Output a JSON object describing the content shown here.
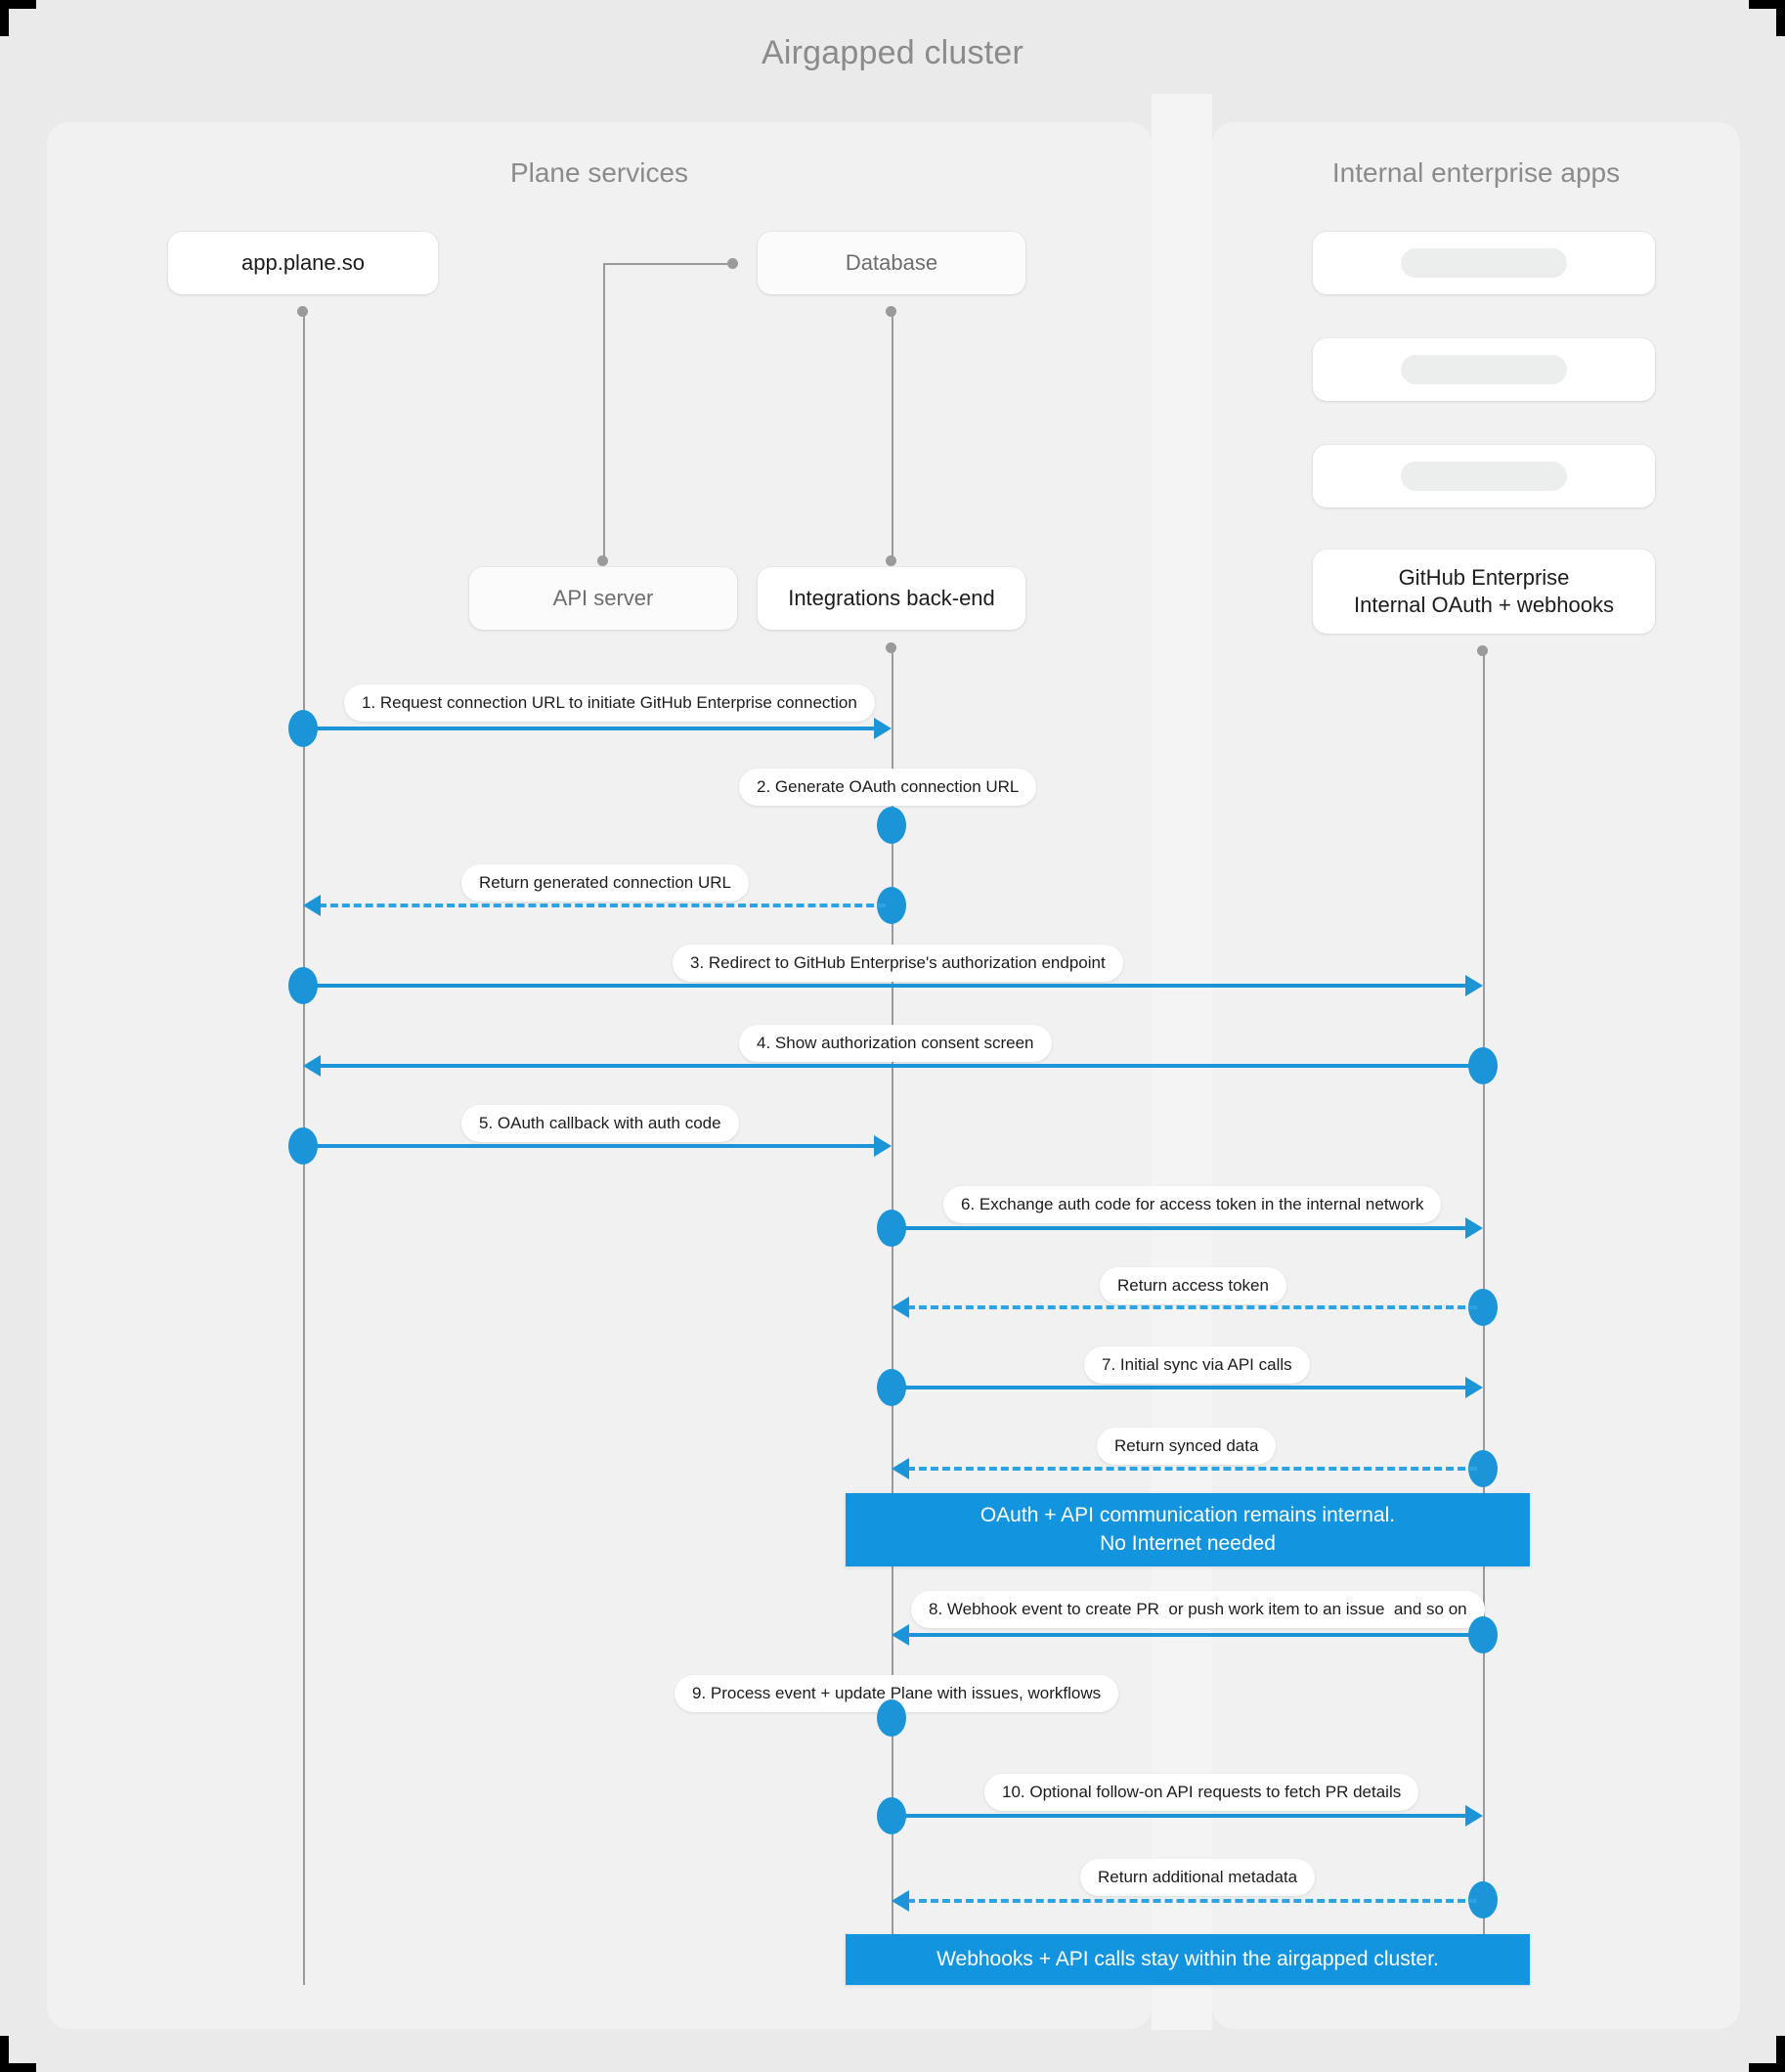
{
  "title": "Airgapped cluster",
  "groups": [
    {
      "name": "plane-services",
      "label": "Plane services"
    },
    {
      "name": "internal-enterprise-apps",
      "label": "Internal enterprise apps"
    }
  ],
  "participants": [
    {
      "id": "app",
      "label": "app.plane.so"
    },
    {
      "id": "db",
      "label": "Database"
    },
    {
      "id": "api",
      "label": "API server"
    },
    {
      "id": "integ",
      "label": "Integrations back-end"
    },
    {
      "id": "ghe",
      "label": "GitHub Enterprise\nInternal OAuth + webhooks"
    }
  ],
  "placeholders": [
    {
      "id": "ph1",
      "label": ""
    },
    {
      "id": "ph2",
      "label": ""
    },
    {
      "id": "ph3",
      "label": ""
    }
  ],
  "messages": [
    {
      "n": "1",
      "label": "1. Request connection URL to initiate GitHub Enterprise connection",
      "from": "app",
      "to": "integ",
      "style": "solid"
    },
    {
      "n": "2",
      "label": "2. Generate OAuth connection URL",
      "from": "integ",
      "to": "integ",
      "style": "self"
    },
    {
      "n": "r1",
      "label": "Return generated connection URL",
      "from": "integ",
      "to": "app",
      "style": "dashed"
    },
    {
      "n": "3",
      "label": "3. Redirect to GitHub Enterprise's authorization endpoint",
      "from": "app",
      "to": "ghe",
      "style": "solid"
    },
    {
      "n": "4",
      "label": "4. Show authorization consent screen",
      "from": "ghe",
      "to": "app",
      "style": "solid"
    },
    {
      "n": "5",
      "label": "5. OAuth callback with auth code",
      "from": "app",
      "to": "integ",
      "style": "solid"
    },
    {
      "n": "6",
      "label": "6. Exchange auth code for access token in the internal network",
      "from": "integ",
      "to": "ghe",
      "style": "solid"
    },
    {
      "n": "r2",
      "label": "Return access token",
      "from": "ghe",
      "to": "integ",
      "style": "dashed"
    },
    {
      "n": "7",
      "label": "7. Initial sync via API calls",
      "from": "integ",
      "to": "ghe",
      "style": "solid"
    },
    {
      "n": "r3",
      "label": "Return synced data",
      "from": "ghe",
      "to": "integ",
      "style": "dashed"
    },
    {
      "n": "8",
      "label": "8. Webhook event to create PR  or push work item to an issue  and so on",
      "from": "ghe",
      "to": "integ",
      "style": "solid"
    },
    {
      "n": "9",
      "label": "9. Process event + update Plane with issues, workflows",
      "from": "integ",
      "to": "integ",
      "style": "self"
    },
    {
      "n": "10",
      "label": "10. Optional follow-on API requests to fetch PR details",
      "from": "integ",
      "to": "ghe",
      "style": "solid"
    },
    {
      "n": "r4",
      "label": "Return additional metadata",
      "from": "ghe",
      "to": "integ",
      "style": "dashed"
    }
  ],
  "notes": [
    {
      "id": "note1",
      "line1": "OAuth + API communication remains internal.",
      "line2": "No Internet needed"
    },
    {
      "id": "note2",
      "line1": "Webhooks + API calls stay within the airgapped cluster.",
      "line2": ""
    }
  ],
  "colors": {
    "accent": "#1b95d8",
    "note_bg": "#1394de",
    "lifeline": "#9a9a9a",
    "canvas_bg": "#eaeaea",
    "group_bg": "#f1f1f1",
    "title_text": "#8b8b8b"
  }
}
